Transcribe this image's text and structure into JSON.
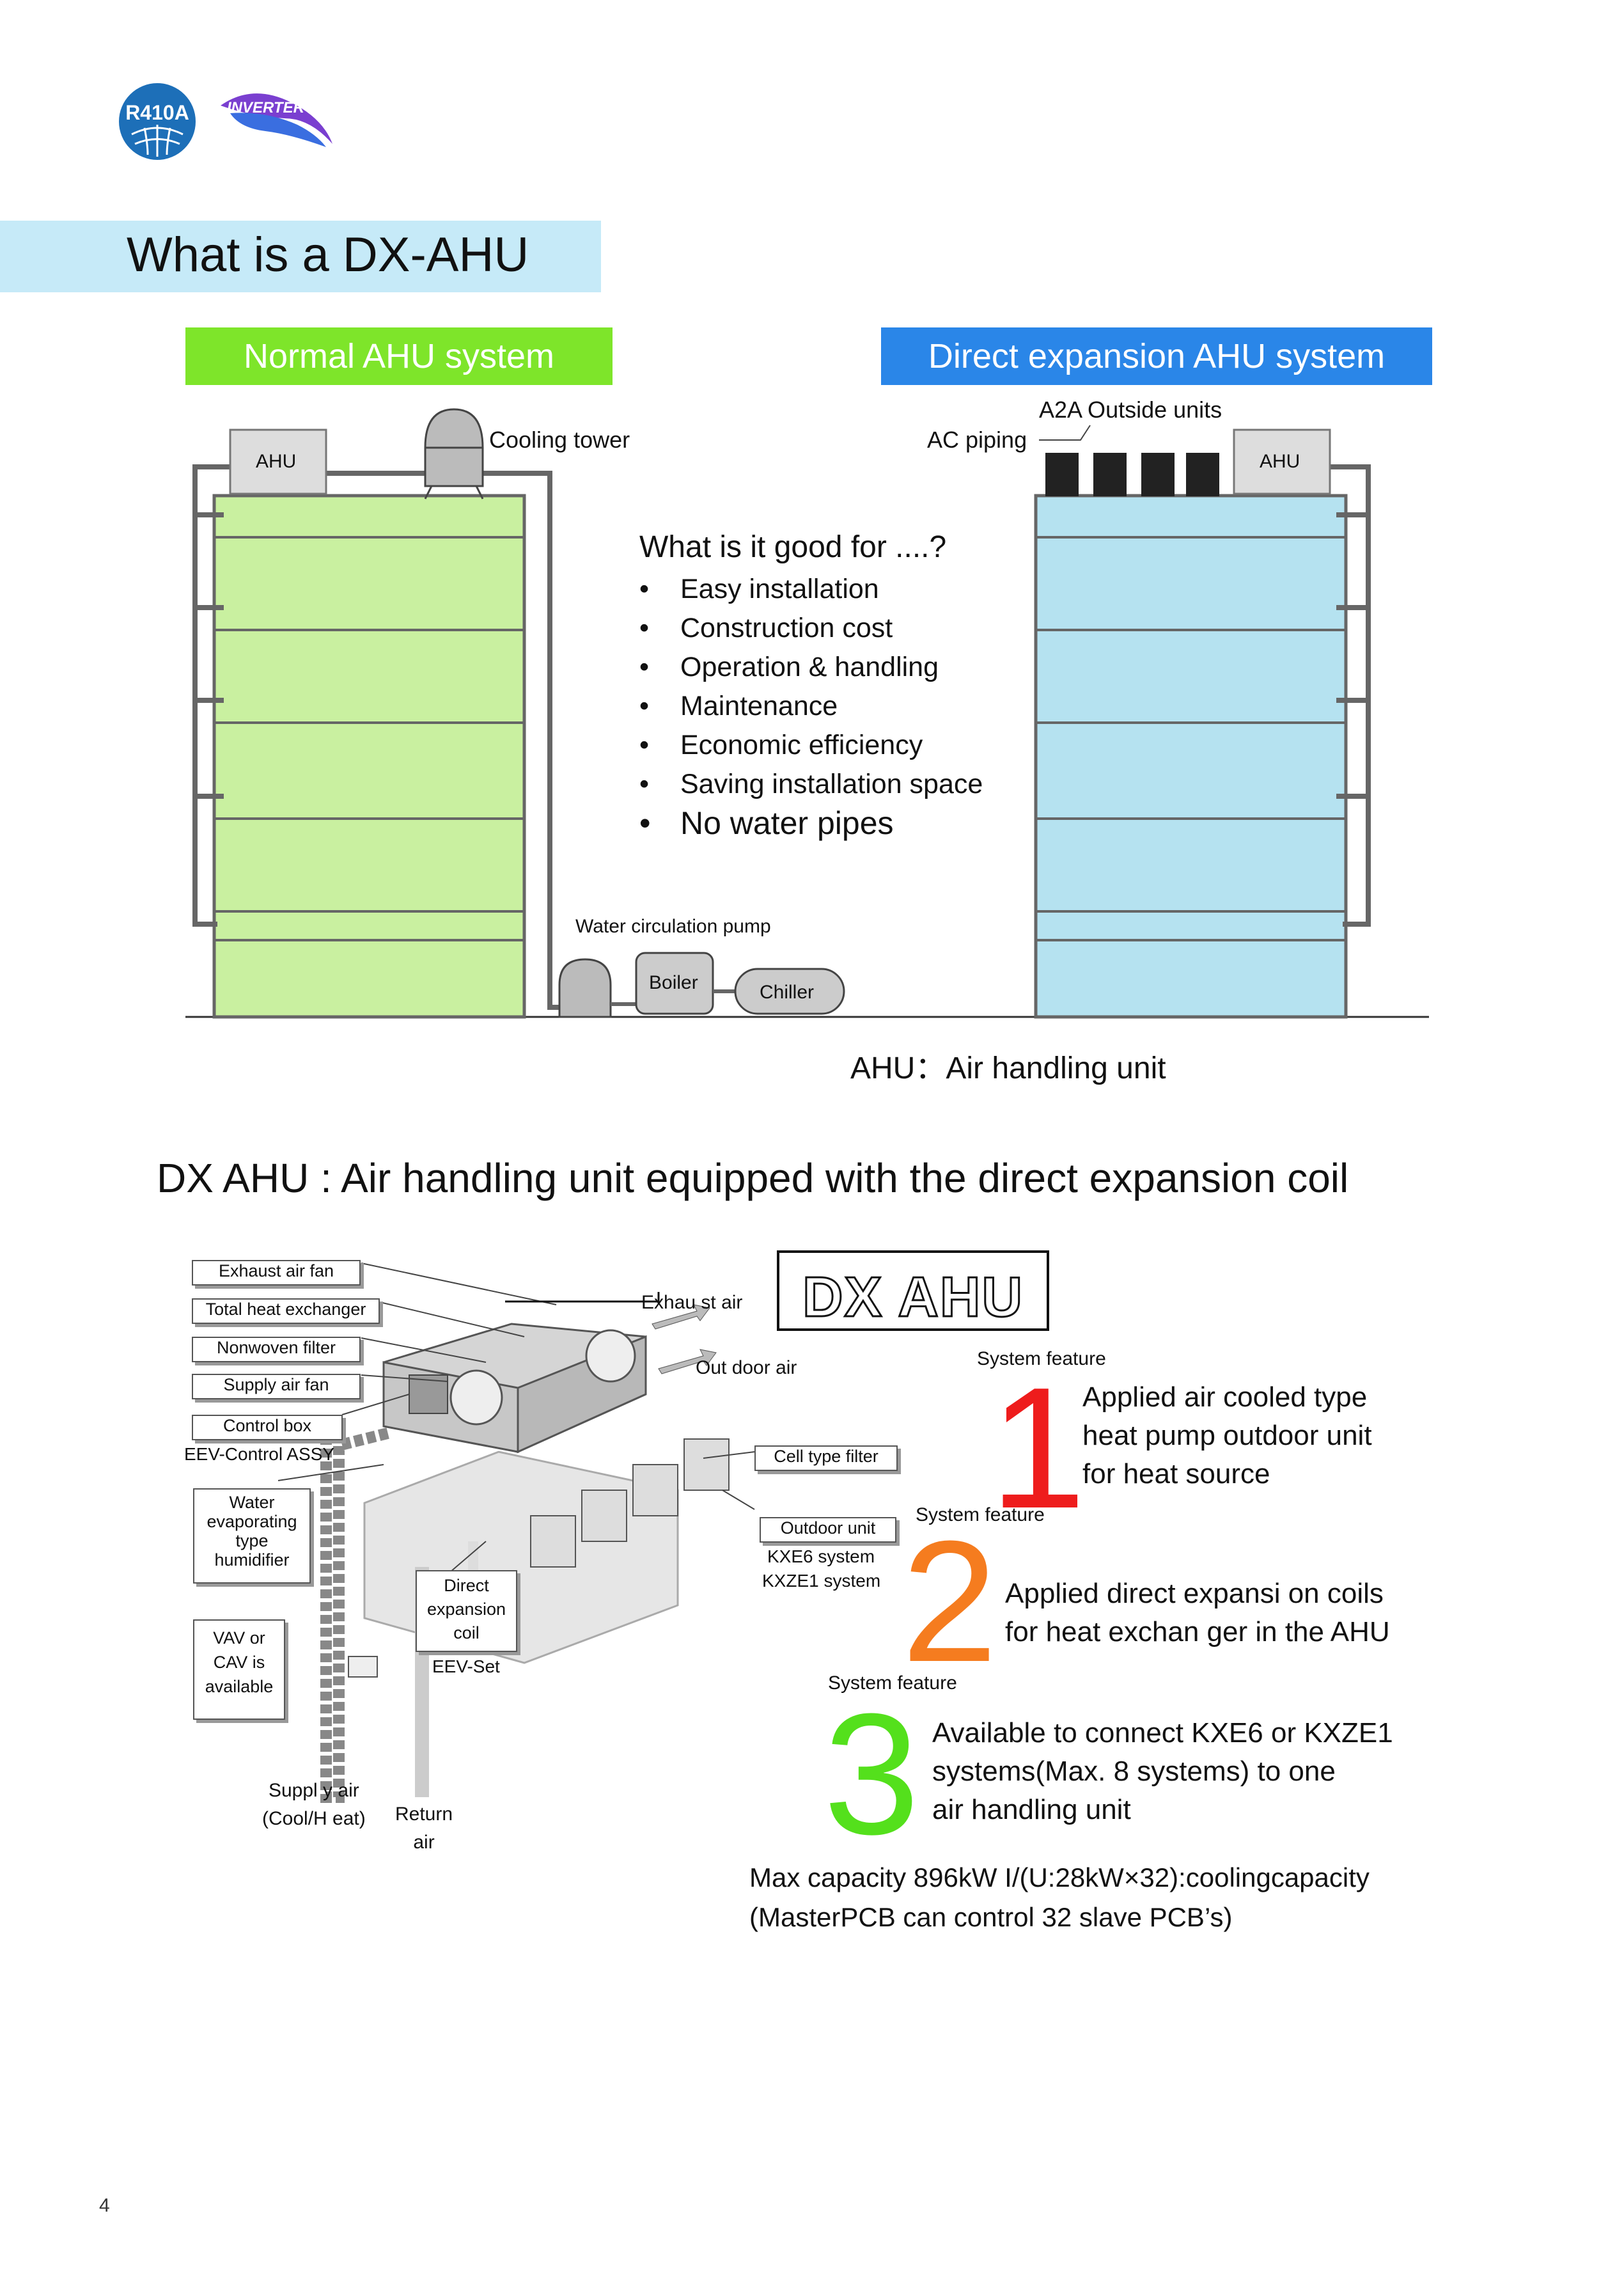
{
  "logos": {
    "r410a": "R410A",
    "inverter": "INVERTER"
  },
  "title": "What is a DX-AHU",
  "normal_header": "Normal AHU system",
  "direct_header": "Direct expansion AHU system",
  "diagram": {
    "ahu_left": "AHU",
    "ahu_right": "AHU",
    "cooling_tower": "Cooling tower",
    "a2a_outside_units": "A2A Outside units",
    "ac_piping": "AC piping",
    "water_pump": "Water circulation pump",
    "boiler": "Boiler",
    "chiller": "Chiller"
  },
  "good_for": {
    "question": "What is it good for ....?",
    "items": [
      "Easy installation",
      "Construction cost",
      "Operation & handling",
      "Maintenance",
      "Economic efficiency",
      "Saving installation space",
      "No water pipes"
    ]
  },
  "ahu_definition": "AHU：Air handling unit",
  "subtitle": "DX AHU : Air handling unit equipped with the direct expansion coil",
  "dx_diagram": {
    "exhaust_fan": "Exhaust air  fan",
    "total_heat_exchanger": "Total heat exchanger",
    "nonwoven_filter": "Nonwoven filter",
    "supply_fan": "Supply air  fan",
    "control_box": "Control box",
    "eev_control": "EEV-Control ASSY",
    "humidifier": [
      "Water",
      "evaporating",
      "type",
      "humidifier"
    ],
    "vav": [
      "VAV  or",
      "CAV  is",
      "available"
    ],
    "dx_coil": [
      "Direct",
      "expansion",
      "coil"
    ],
    "eev_set": "EEV-Set",
    "supply_air": [
      "Suppl y air",
      "(Cool/H eat)"
    ],
    "return_air": [
      "Return",
      "air"
    ],
    "exhaust_air": "Exhau st air",
    "outdoor_air": "Out door   air",
    "cell_filter": "Cell type filter",
    "outdoor_unit": "Outdoor unit",
    "kxe6": "KXE6 system",
    "kxze1": "KXZE1 system",
    "dx_ahu_title": "DX   AHU"
  },
  "features": [
    {
      "label": "System feature",
      "number": "1",
      "color": "#ee1c1c",
      "lines": [
        "Applied air cooled type",
        "heat pump outdoor unit",
        "for heat source"
      ]
    },
    {
      "label": "System feature",
      "number": "2",
      "color": "#f57c1f",
      "lines": [
        "Applied direct  expansi on coils",
        "for heat exchan ger in the AHU"
      ]
    },
    {
      "label": "System feature",
      "number": "3",
      "color": "#54e01c",
      "lines": [
        "Available  to connect KXE6 or   KXZE1",
        "systems(Max. 8 systems) to one",
        "air handling unit"
      ]
    }
  ],
  "max_capacity": [
    "Max capacity 896kW  I/(U:28kW×32):coolingcapacity",
    "(MasterPCB  can control  32 slave PCB’s)"
  ],
  "page_number": "4"
}
